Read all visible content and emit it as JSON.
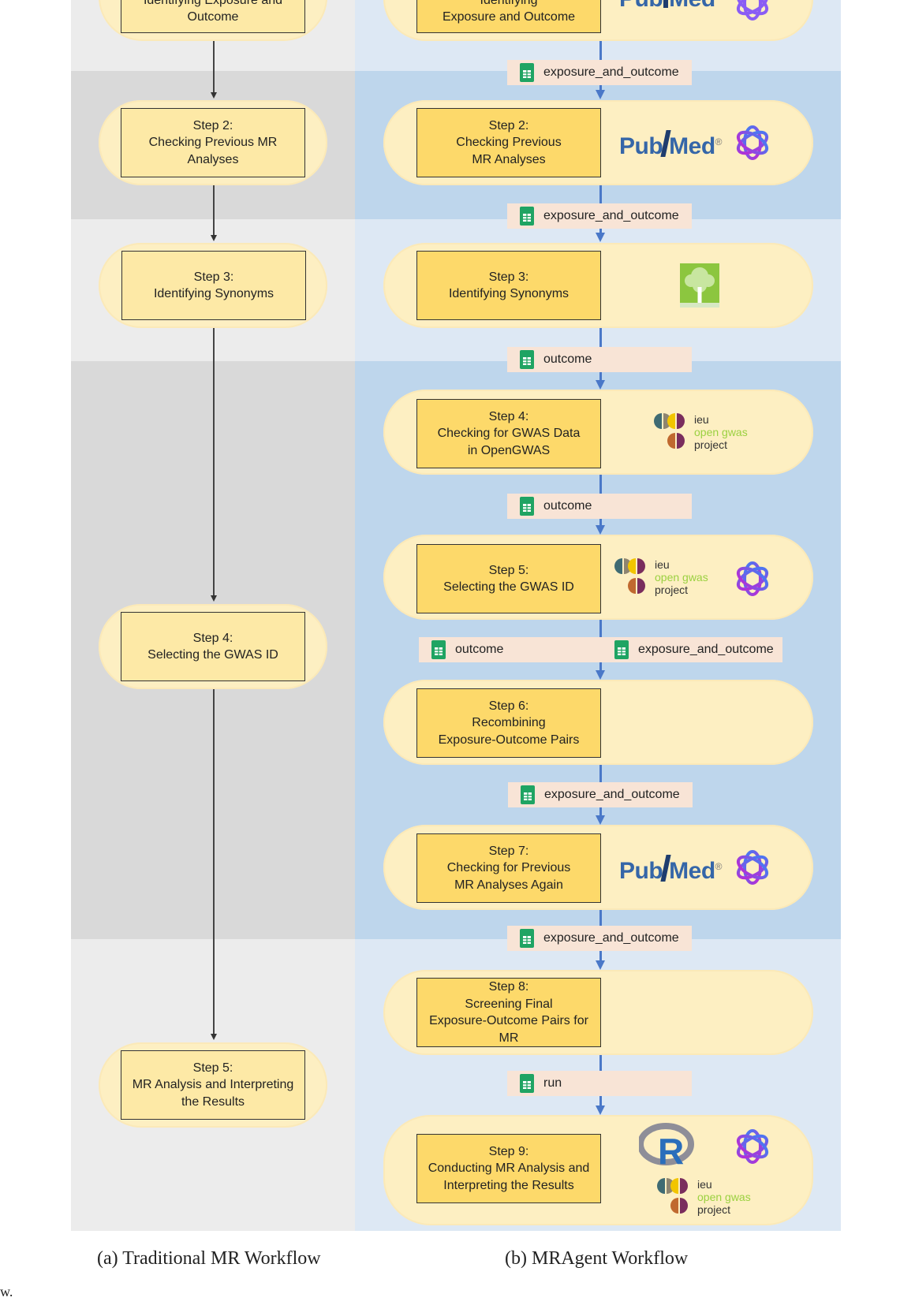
{
  "left_steps": [
    {
      "label": "Identifying Exposure and\nOutcome"
    },
    {
      "label": "Step 2:\nChecking Previous MR\nAnalyses"
    },
    {
      "label": "Step 3:\nIdentifying Synonyms"
    },
    {
      "label": "Step 4:\nSelecting the GWAS ID"
    },
    {
      "label": "Step 5:\nMR Analysis and Interpreting\nthe Results"
    }
  ],
  "right_steps": [
    {
      "label": "Identifying\nExposure and Outcome"
    },
    {
      "label": "Step 2:\nChecking Previous\nMR Analyses"
    },
    {
      "label": "Step 3:\nIdentifying Synonyms"
    },
    {
      "label": "Step 4:\nChecking for GWAS Data\nin OpenGWAS"
    },
    {
      "label": "Step 5:\nSelecting the GWAS ID"
    },
    {
      "label": "Step 6:\nRecombining\nExposure-Outcome Pairs"
    },
    {
      "label": "Step 7:\nChecking for Previous\nMR Analyses Again"
    },
    {
      "label": "Step 8:\nScreening Final\nExposure-Outcome Pairs for\nMR"
    },
    {
      "label": "Step 9:\nConducting MR Analysis and\nInterpreting the Results"
    }
  ],
  "chips": [
    {
      "label": "exposure_and_outcome"
    },
    {
      "label": "exposure_and_outcome"
    },
    {
      "label": "outcome"
    },
    {
      "label": "outcome"
    },
    {
      "label": "outcome"
    },
    {
      "label": "exposure_and_outcome"
    },
    {
      "label": "exposure_and_outcome"
    },
    {
      "label": "exposure_and_outcome"
    },
    {
      "label": "run"
    }
  ],
  "logos": {
    "pubmed_pub": "Pub",
    "pubmed_med": "Med",
    "pubmed_reg": "®",
    "ieu_line1": "ieu",
    "ieu_line2": "open gwas",
    "ieu_line3": "project",
    "r_letter": "R"
  },
  "captions": {
    "left": "(a) Traditional MR Workflow",
    "right": "(b) MRAgent Workflow",
    "margin_fragment": "w."
  },
  "colors": {
    "left_light": "#ececec",
    "left_dark": "#d9d9d9",
    "right_light": "#dde8f4",
    "right_dark": "#bed6ec",
    "pill": "#fdefc2",
    "box_left": "#fde9a6",
    "box_right": "#fdd96a",
    "arrow_blue": "#4a78c8",
    "chip": "#f8e4d6",
    "pubmed_blue": "#3566a8",
    "openai_purple": "#8a5cf5"
  }
}
